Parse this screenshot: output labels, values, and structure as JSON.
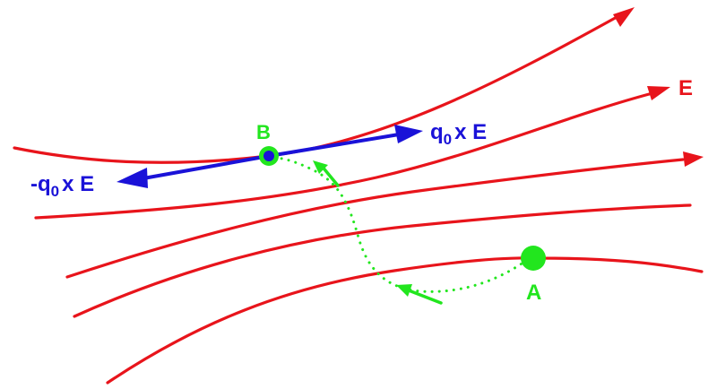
{
  "figure": {
    "description": "Electric field lines with test charge moved from point A to point B; forces on charges at B",
    "colors": {
      "field_line": "#e8141b",
      "force_arrow": "#1a12d8",
      "point": "#22e61e",
      "background": "#ffffff"
    },
    "labels": {
      "field": "E",
      "point_a": "A",
      "point_b": "B",
      "positive_force": {
        "prefix": "q",
        "subscript": "0",
        "suffix": "x E"
      },
      "negative_force": {
        "prefix": "-q",
        "subscript": "0",
        "suffix": "x E"
      }
    },
    "field_lines": [
      {
        "id": 1,
        "has_arrow": true
      },
      {
        "id": 2,
        "has_arrow": true
      },
      {
        "id": 3,
        "has_arrow": true
      },
      {
        "id": 4,
        "has_arrow": false
      },
      {
        "id": 5,
        "has_arrow": false
      }
    ],
    "path": {
      "from": "A",
      "to": "B",
      "style": "dotted"
    }
  }
}
